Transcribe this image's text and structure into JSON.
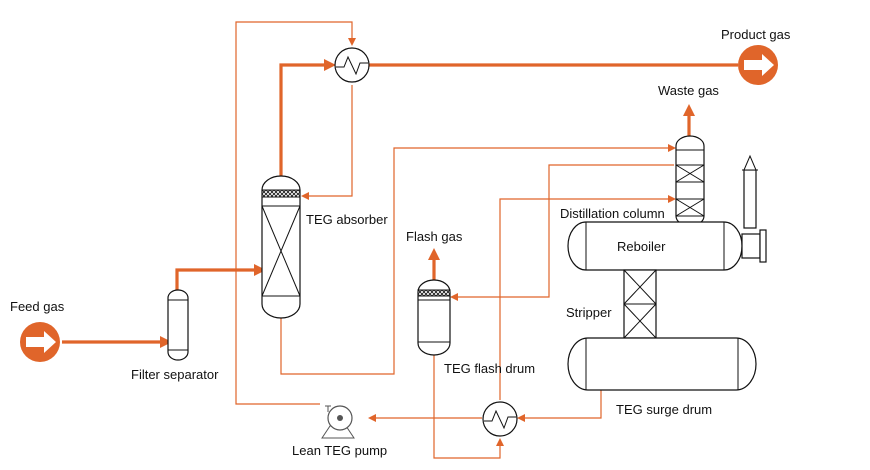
{
  "labels": {
    "feed_gas": "Feed gas",
    "product_gas": "Product gas",
    "waste_gas": "Waste gas",
    "flash_gas": "Flash gas",
    "teg_absorber": "TEG absorber",
    "distillation_column": "Distillation column",
    "reboiler": "Reboiler",
    "stripper": "Stripper",
    "filter_separator": "Filter separator",
    "teg_flash_drum": "TEG flash drum",
    "teg_surge_drum": "TEG surge drum",
    "lean_teg_pump": "Lean TEG pump"
  },
  "colors": {
    "stream": "#e0652a",
    "outline": "#111111",
    "background": "#ffffff"
  },
  "icons": {
    "feed": "arrow-right-circle-icon",
    "product": "arrow-right-circle-icon",
    "heat_exchanger": "heat-exchanger-icon",
    "pump": "pump-icon"
  }
}
